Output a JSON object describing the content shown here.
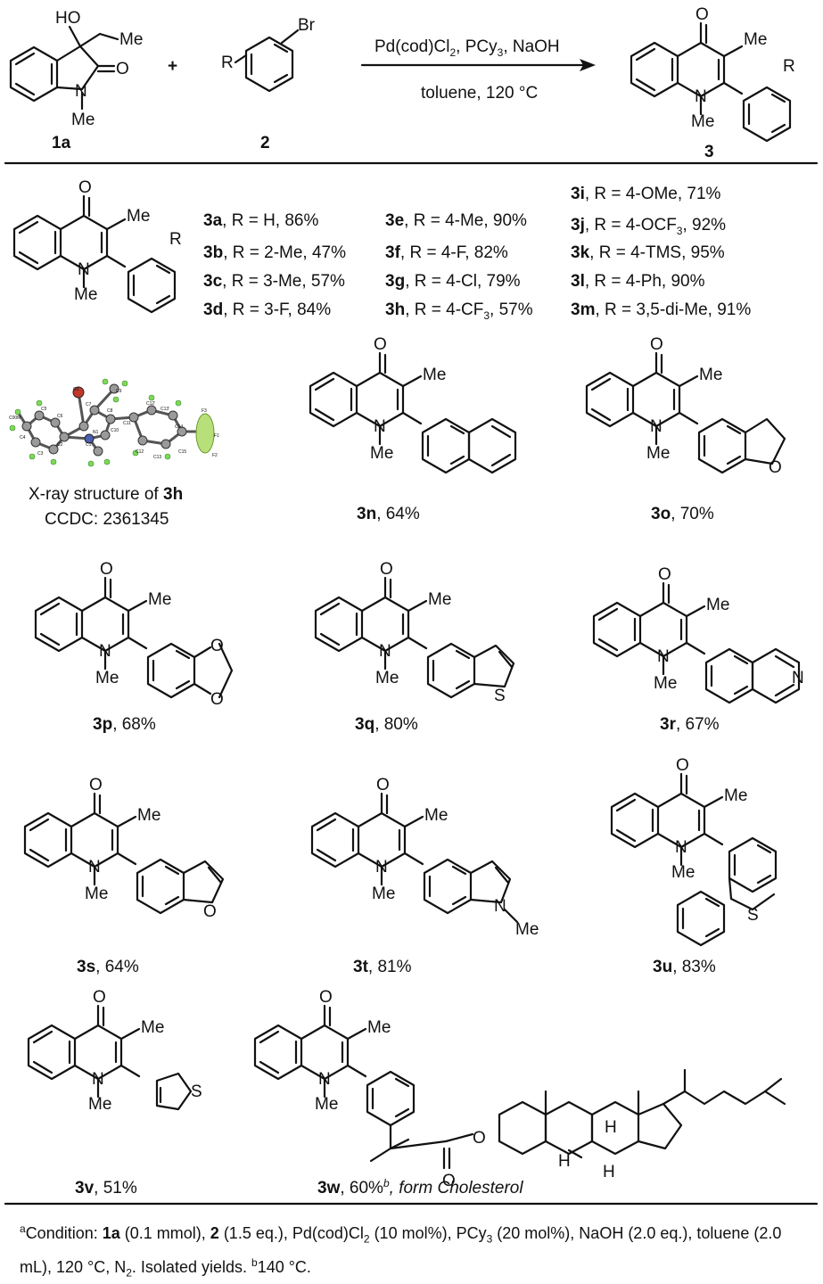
{
  "scheme": {
    "reactant_1": {
      "code": "1a",
      "labels": {
        "oh": "HO",
        "et": "Me",
        "o": "O",
        "n": "N",
        "nme": "Me"
      }
    },
    "plus": "+",
    "reactant_2": {
      "code": "2",
      "labels": {
        "r": "R",
        "br": "Br"
      }
    },
    "conditions_top": {
      "a": "Pd(cod)Cl",
      "a_sub": "2",
      "b": ", PCy",
      "b_sub": "3",
      "c": ", NaOH"
    },
    "conditions_bottom": "toluene, 120 °C",
    "product": {
      "code": "3",
      "labels": {
        "o": "O",
        "me": "Me",
        "n": "N",
        "nme": "Me",
        "r": "R"
      }
    }
  },
  "table": {
    "generic_labels": {
      "o": "O",
      "me": "Me",
      "n": "N",
      "nme": "Me",
      "r": "R"
    },
    "columns": [
      [
        {
          "code": "3a",
          "sub": "R = H, 86%"
        },
        {
          "code": "3b",
          "sub": "R = 2-Me, 47%"
        },
        {
          "code": "3c",
          "sub": "R = 3-Me, 57%"
        },
        {
          "code": "3d",
          "sub": "R = 3-F, 84%"
        }
      ],
      [
        {
          "code": "3e",
          "sub": "R = 4-Me, 90%"
        },
        {
          "code": "3f",
          "sub": "R = 4-F, 82%"
        },
        {
          "code": "3g",
          "sub": "R = 4-Cl, 79%"
        },
        {
          "code": "3h",
          "sub": "R = 4-CF",
          "sub2": "3",
          "tail": ", 57%"
        }
      ],
      [
        {
          "code": "3i",
          "sub": "R = 4-OMe, 71%"
        },
        {
          "code": "3j",
          "sub": "R = 4-OCF",
          "sub2": "3",
          "tail": ", 92%"
        },
        {
          "code": "3k",
          "sub": "R = 4-TMS, 95%"
        },
        {
          "code": "3l",
          "sub": "R = 4-Ph, 90%"
        },
        {
          "code": "3m",
          "sub": "R = 3,5-di-Me, 91%"
        }
      ]
    ]
  },
  "xray": {
    "caption_prefix": "X-ray structure of ",
    "caption_code": "3h",
    "ccdc": "CCDC: 2361345",
    "atoms": [
      "O1",
      "C7",
      "C8",
      "C9",
      "C10",
      "C11",
      "C12",
      "C13",
      "C14",
      "C15",
      "C5",
      "C6",
      "C4",
      "C3",
      "C2",
      "C1",
      "N1",
      "F1",
      "F2",
      "F3",
      "C12′",
      "C13′",
      "C00M"
    ]
  },
  "products": [
    {
      "code": "3n",
      "yield": ", 64%",
      "hetero": ""
    },
    {
      "code": "3o",
      "yield": ", 70%",
      "hetero": "O"
    },
    {
      "code": "3p",
      "yield": ", 68%",
      "hetero": "O"
    },
    {
      "code": "3q",
      "yield": ", 80%",
      "hetero": "S"
    },
    {
      "code": "3r",
      "yield": ", 67%",
      "hetero": "N"
    },
    {
      "code": "3s",
      "yield": ", 64%",
      "hetero": "O"
    },
    {
      "code": "3t",
      "yield": ", 81%",
      "hetero": "N",
      "hetero_me": "Me"
    },
    {
      "code": "3u",
      "yield": ", 83%",
      "hetero": "S"
    },
    {
      "code": "3v",
      "yield": ", 51%",
      "hetero": "S"
    },
    {
      "code": "3w",
      "yield": ", 60%",
      "sup": "b",
      "note": ", form Cholesterol",
      "hetero": "O",
      "ester_o": "O",
      "h": "H"
    }
  ],
  "core_labels": {
    "o": "O",
    "me": "Me",
    "n": "N",
    "nme": "Me"
  },
  "footnote": {
    "sup_a": "a",
    "p1": "Condition: ",
    "b1": "1a",
    "p2": " (0.1 mmol), ",
    "b2": "2",
    "p3": " (1.5 eq.), Pd(cod)Cl",
    "s1": "2",
    "p4": " (10 mol%), PCy",
    "s2": "3",
    "p5": " (20 mol%), NaOH (2.0 eq.), toluene (2.0 mL), 120 °C, N",
    "s3": "2",
    "p6": ". Isolated yields. ",
    "sup_b": "b",
    "p7": "140 °C."
  }
}
